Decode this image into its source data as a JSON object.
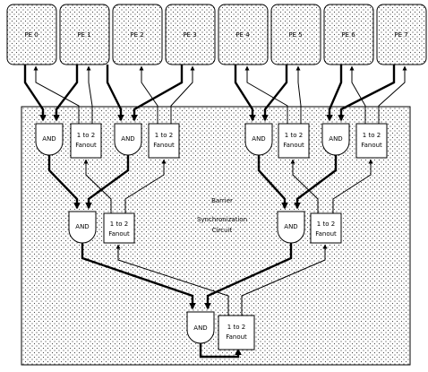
{
  "pe_labels": [
    "PE 0",
    "PE 1",
    "PE 2",
    "PE 3",
    "PE 4",
    "PE 5",
    "PE 6",
    "PE 7"
  ],
  "and_label": "AND",
  "fanout_line1": "1 to 2",
  "fanout_line2": "Fanout",
  "circuit_title": [
    "Barrier",
    "Synchronization",
    "Circuit"
  ]
}
